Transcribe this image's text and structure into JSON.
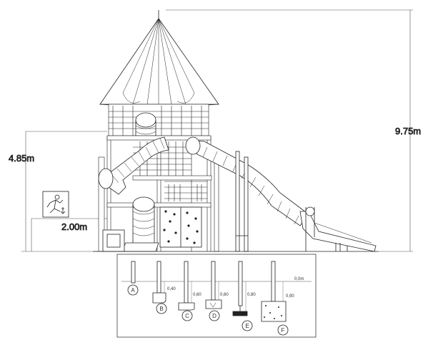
{
  "dimensions": {
    "total_height": "9.75m",
    "platform_height": "4.85m",
    "free_fall_height": "2.00m"
  },
  "foundations": {
    "ground_label": "0,0m",
    "types": [
      {
        "id": "A",
        "depth": ""
      },
      {
        "id": "B",
        "depth": "0,40"
      },
      {
        "id": "C",
        "depth": "0,60"
      },
      {
        "id": "D",
        "depth": "0,60"
      },
      {
        "id": "E",
        "depth": "0,80"
      },
      {
        "id": "F",
        "depth": "0,90"
      }
    ]
  },
  "colors": {
    "line": "#222222",
    "dim": "#555555",
    "paper": "#ffffff"
  }
}
